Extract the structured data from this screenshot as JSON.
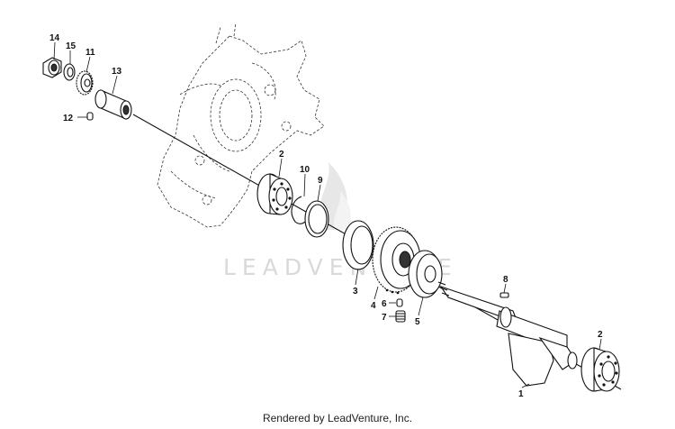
{
  "callouts": {
    "p14": "14",
    "p15": "15",
    "p11": "11",
    "p13": "13",
    "p12": "12",
    "p2a": "2",
    "p10": "10",
    "p9": "9",
    "p3": "3",
    "p4": "4",
    "p6": "6",
    "p7": "7",
    "p5": "5",
    "p8": "8",
    "p1": "1",
    "p2b": "2"
  },
  "watermark": "LEADVENTURE",
  "footer": "Rendered by LeadVenture, Inc."
}
